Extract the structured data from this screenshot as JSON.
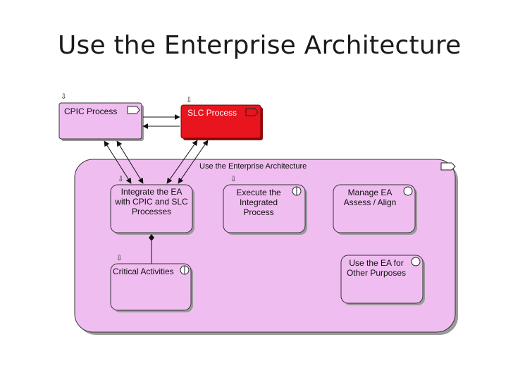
{
  "title": "Use the Enterprise Architecture",
  "colors": {
    "container_fill": "#f0bdf0",
    "process_fill": "#f0bdf0",
    "slc_fill": "#e8141e",
    "outline": "#333333"
  },
  "processes": {
    "cpic": "CPIC Process",
    "slc": "SLC Process"
  },
  "container": {
    "label": "Use the Enterprise Architecture"
  },
  "activities": {
    "integrate": "Integrate the EA\nwith CPIC and SLC\nProcesses",
    "execute": "Execute the\nIntegrated\nProcess",
    "manage": "Manage EA\nAssess / Align",
    "critical": "Critical Activities",
    "other": "Use the EA for\nOther Purposes"
  },
  "icons": {
    "trigger_marker": "down-arrow-outline-icon",
    "process_icon": "process-arrow-icon",
    "function_icon": "rounded-function-icon",
    "event_icon": "circle-event-icon"
  }
}
